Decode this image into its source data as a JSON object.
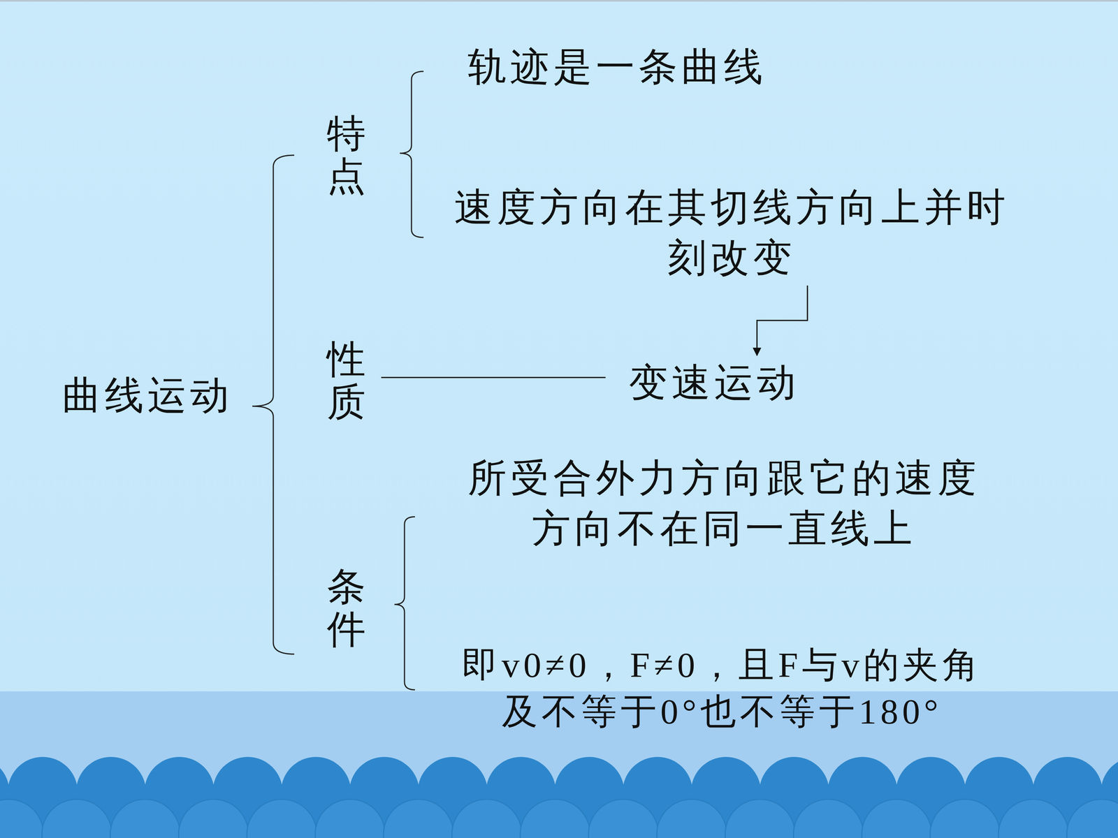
{
  "diagram": {
    "nodes": [
      {
        "text": [
          "曲线运动"
        ]
      },
      {
        "text": [
          "特点"
        ]
      },
      {
        "text": [
          "轨迹是一条曲线"
        ]
      },
      {
        "text": [
          "速度方向在其切线方向上并时刻改变"
        ]
      },
      {
        "text": [
          "性质"
        ]
      },
      {
        "text": [
          "变速运动"
        ]
      },
      {
        "text": [
          "条件"
        ]
      },
      {
        "text": [
          "所受合外力方向跟它的速度方向不在同一直线上"
        ]
      },
      {
        "text": [
          "即v0≠0，F≠0，且F与v的夹角及不等于0°也不等于180°"
        ]
      }
    ],
    "edges": [
      {
        "from": 3,
        "to": 5,
        "arrow": "to"
      },
      {
        "from": 4,
        "to": 5,
        "arrow": "none"
      }
    ]
  }
}
